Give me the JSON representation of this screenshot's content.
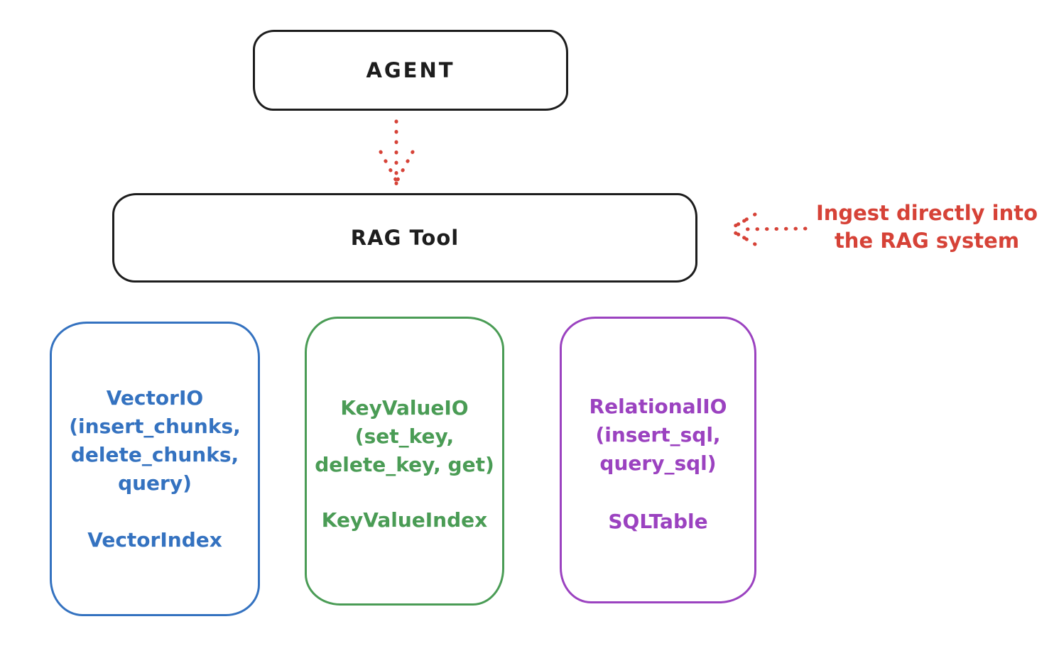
{
  "colors": {
    "background": "#ffffff",
    "black": "#1d1d1d",
    "red": "#d64237",
    "blue": "#3472c0",
    "green": "#4a9c55",
    "purple": "#9b42c0"
  },
  "nodes": {
    "agent": {
      "label": "AGENT"
    },
    "rag_tool": {
      "label": "RAG Tool"
    },
    "vector_io": {
      "lines": [
        "VectorIO",
        "(insert_chunks,",
        "delete_chunks,",
        "query)"
      ],
      "index_label": "VectorIndex",
      "color": "#3472c0"
    },
    "key_value_io": {
      "lines": [
        "KeyValueIO",
        "(set_key,",
        "delete_key, get)"
      ],
      "index_label": "KeyValueIndex",
      "color": "#4a9c55"
    },
    "relational_io": {
      "lines": [
        "RelationalIO",
        "(insert_sql,",
        "query_sql)"
      ],
      "index_label": "SQLTable",
      "color": "#9b42c0"
    }
  },
  "annotation": {
    "line1": "Ingest directly into",
    "line2": "the RAG system"
  },
  "edges": [
    {
      "from": "AGENT",
      "to": "RAG Tool",
      "style": "dotted",
      "direction": "down",
      "color": "#d64237"
    },
    {
      "from": "Ingest directly into the RAG system",
      "to": "RAG Tool",
      "style": "dotted",
      "direction": "left",
      "color": "#d64237"
    }
  ]
}
